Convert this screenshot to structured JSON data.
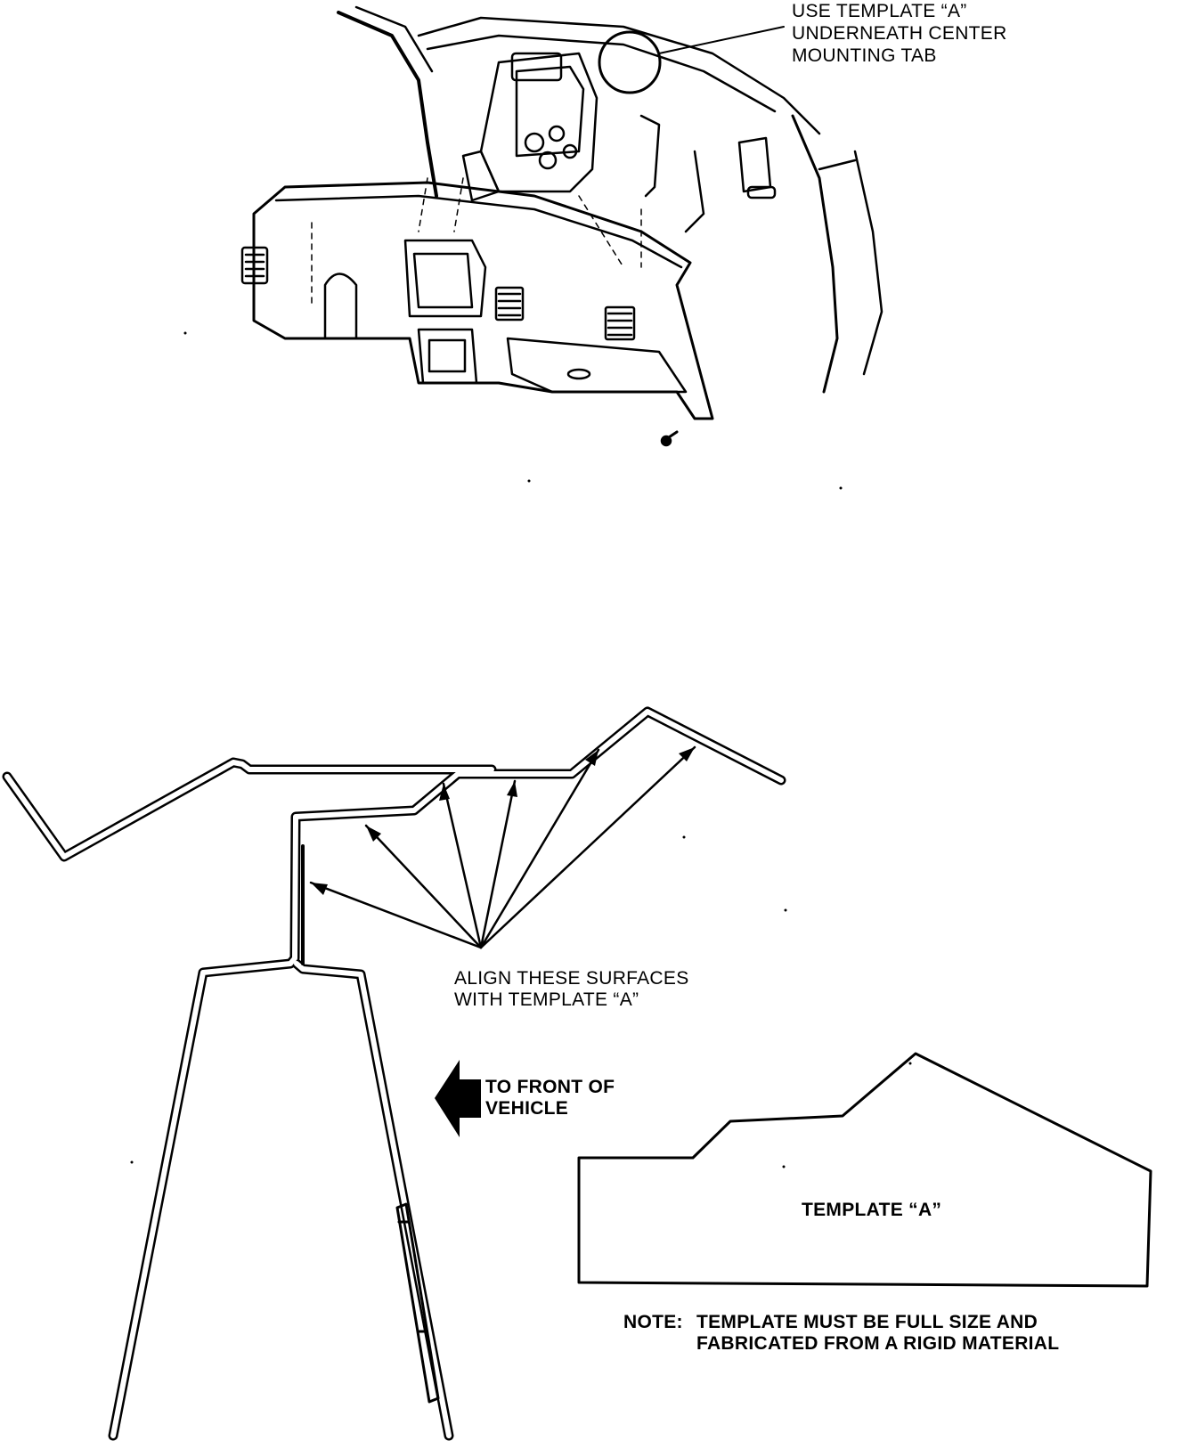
{
  "callout_top": {
    "lines": [
      "USE TEMPLATE “A”",
      "UNDERNEATH CENTER",
      "MOUNTING TAB"
    ]
  },
  "align_label": {
    "lines": [
      "ALIGN THESE SURFACES",
      "WITH TEMPLATE “A”"
    ]
  },
  "front_label": {
    "lines": [
      "TO FRONT OF",
      "VEHICLE"
    ]
  },
  "template_label": "TEMPLATE “A”",
  "note": {
    "prefix": "NOTE:",
    "lines": [
      "TEMPLATE MUST BE FULL SIZE AND",
      "FABRICATED FROM A RIGID MATERIAL"
    ]
  },
  "colors": {
    "ink": "#000000",
    "paper": "#ffffff"
  }
}
